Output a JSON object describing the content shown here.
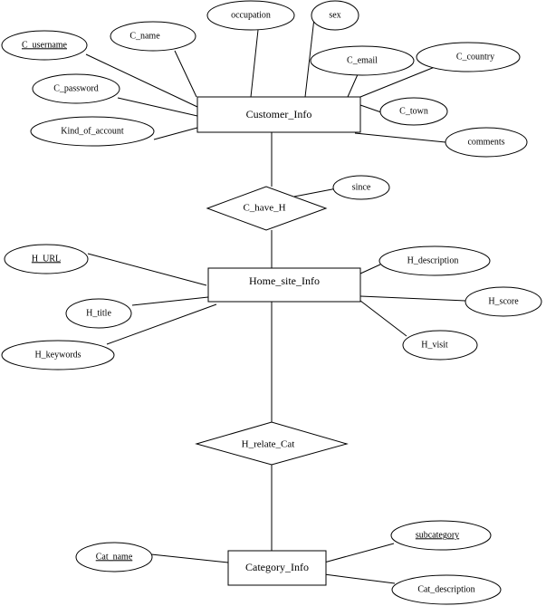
{
  "entities": {
    "customer": "Customer_Info",
    "home_site": "Home_site_Info",
    "category": "Category_Info"
  },
  "relationships": {
    "c_have_h": "C_have_H",
    "h_relate_cat": "H_relate_Cat"
  },
  "attributes": {
    "c_username": "C_username",
    "c_name": "C_name",
    "occupation": "occupation",
    "sex": "sex",
    "c_email": "C_email",
    "c_country": "C_country",
    "c_password": "C_password",
    "c_town": "C_town",
    "kind_of_account": "Kind_of_account",
    "comments": "comments",
    "since": "since",
    "h_url": "H_URL",
    "h_description": "H_description",
    "h_title": "H_title",
    "h_score": "H_score",
    "h_keywords": "H_keywords",
    "h_visit": "H_visit",
    "subcategory": "subcategory",
    "cat_name": "Cat_name",
    "cat_description": "Cat_description"
  }
}
